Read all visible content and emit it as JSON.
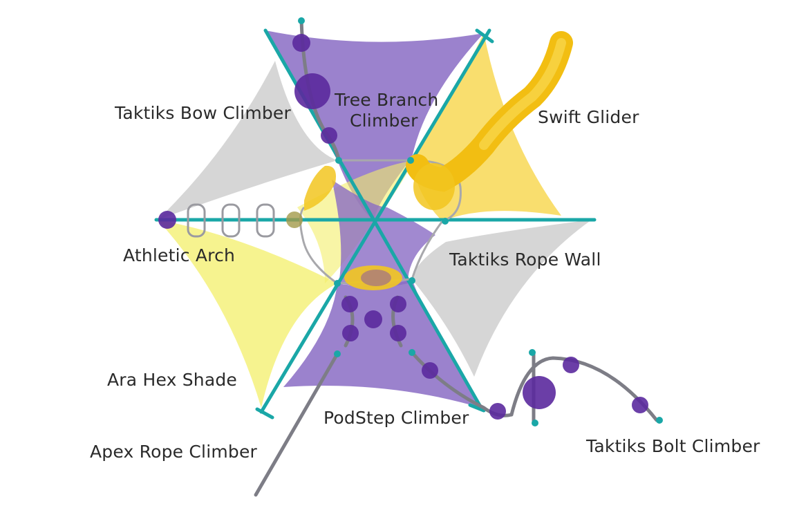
{
  "colors": {
    "purple_sail": "#8a6cc4",
    "grey_sail": "#c8c8c8",
    "yellow_sail": "#f3ef6a",
    "gold_sail": "#f7d64a",
    "teal_pole": "#1aa7a7",
    "pod_purple": "#5b2a9e",
    "slide_gold": "#f2be12",
    "rope_grey": "#808088"
  },
  "labels": {
    "tree_branch_line1": "Tree Branch",
    "tree_branch_line2": "Climber",
    "taktiks_bow": "Taktiks Bow Climber",
    "swift_glider": "Swift Glider",
    "athletic_arch": "Athletic Arch",
    "taktiks_rope_wall": "Taktiks Rope Wall",
    "ara_hex_shade": "Ara Hex Shade",
    "podstep": "PodStep Climber",
    "apex_rope": "Apex Rope Climber",
    "taktiks_bolt": "Taktiks Bolt Climber"
  }
}
